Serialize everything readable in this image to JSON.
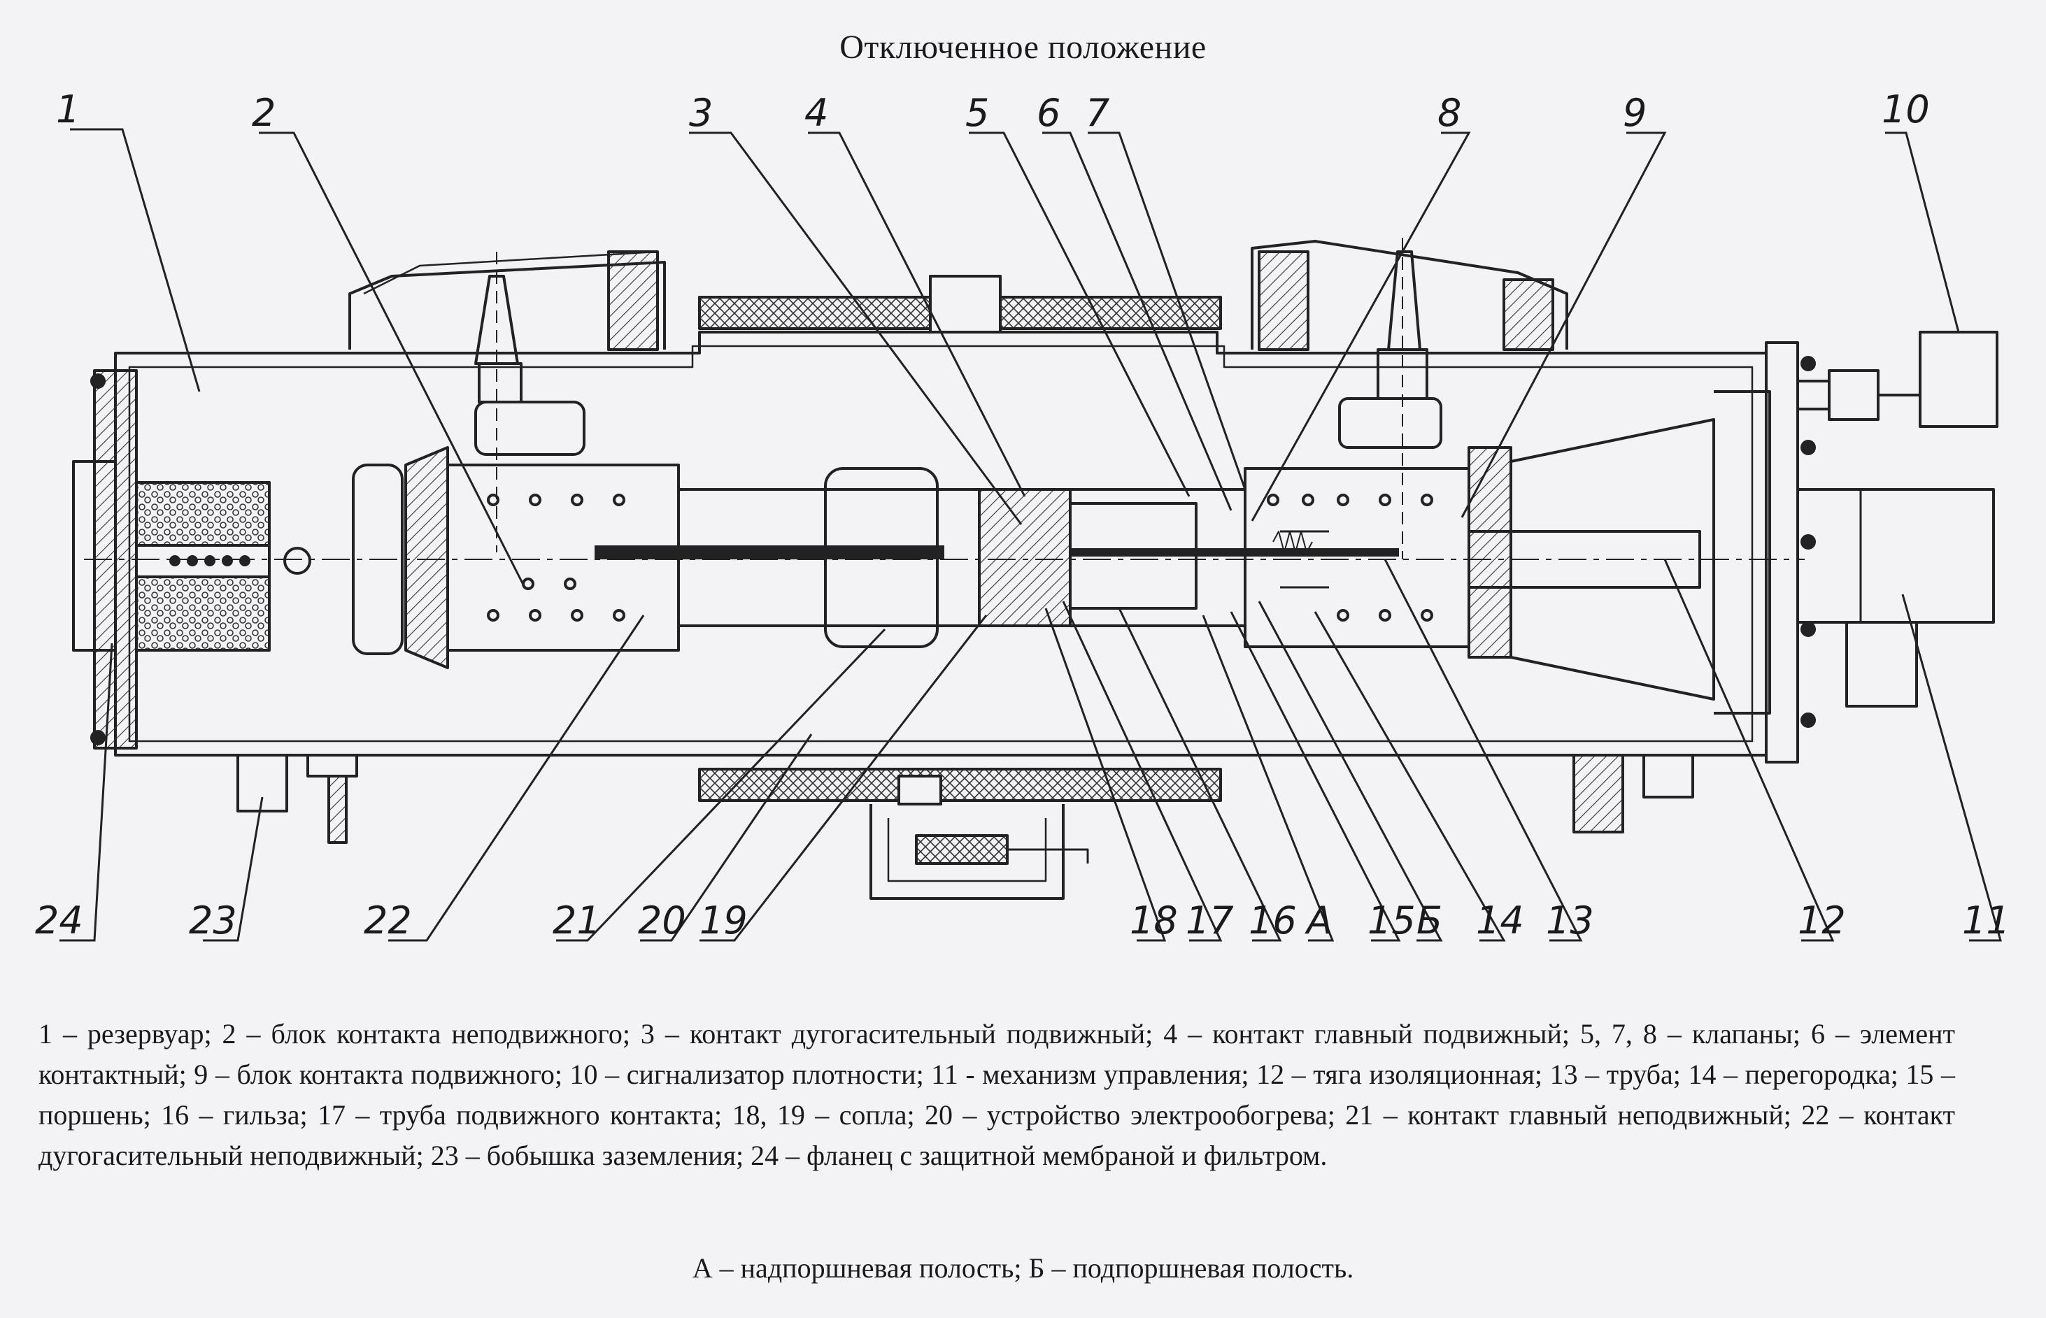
{
  "title": "Отключенное положение",
  "callouts": {
    "top": [
      "1",
      "2",
      "3",
      "4",
      "5",
      "6",
      "7",
      "8",
      "9",
      "10"
    ],
    "bottom": [
      "24",
      "23",
      "22",
      "21",
      "20",
      "19",
      "18",
      "17",
      "16",
      "А",
      "15",
      "Б",
      "14",
      "13",
      "12",
      "11"
    ]
  },
  "legend": "1 – резервуар; 2 – блок контакта неподвижного; 3 – контакт дугогасительный подвижный; 4 – контакт главный подвижный; 5, 7, 8 – клапаны; 6 – элемент контактный; 9 – блок контакта подвижного; 10 – сигнализатор плотности; 11 - механизм управления; 12 – тяга изоляционная; 13 – труба; 14 – перегородка; 15 – поршень; 16 – гильза; 17 – труба подвижного контакта; 18, 19 – сопла; 20 – устройство электрообогрева; 21 – контакт главный неподвижный; 22 – контакт дугогасительный неподвижный; 23 – бобышка заземления; 24 – фланец с защитной мембраной и фильтром.",
  "legend_ab": "А – надпоршневая полость; Б – подпоршневая полость."
}
